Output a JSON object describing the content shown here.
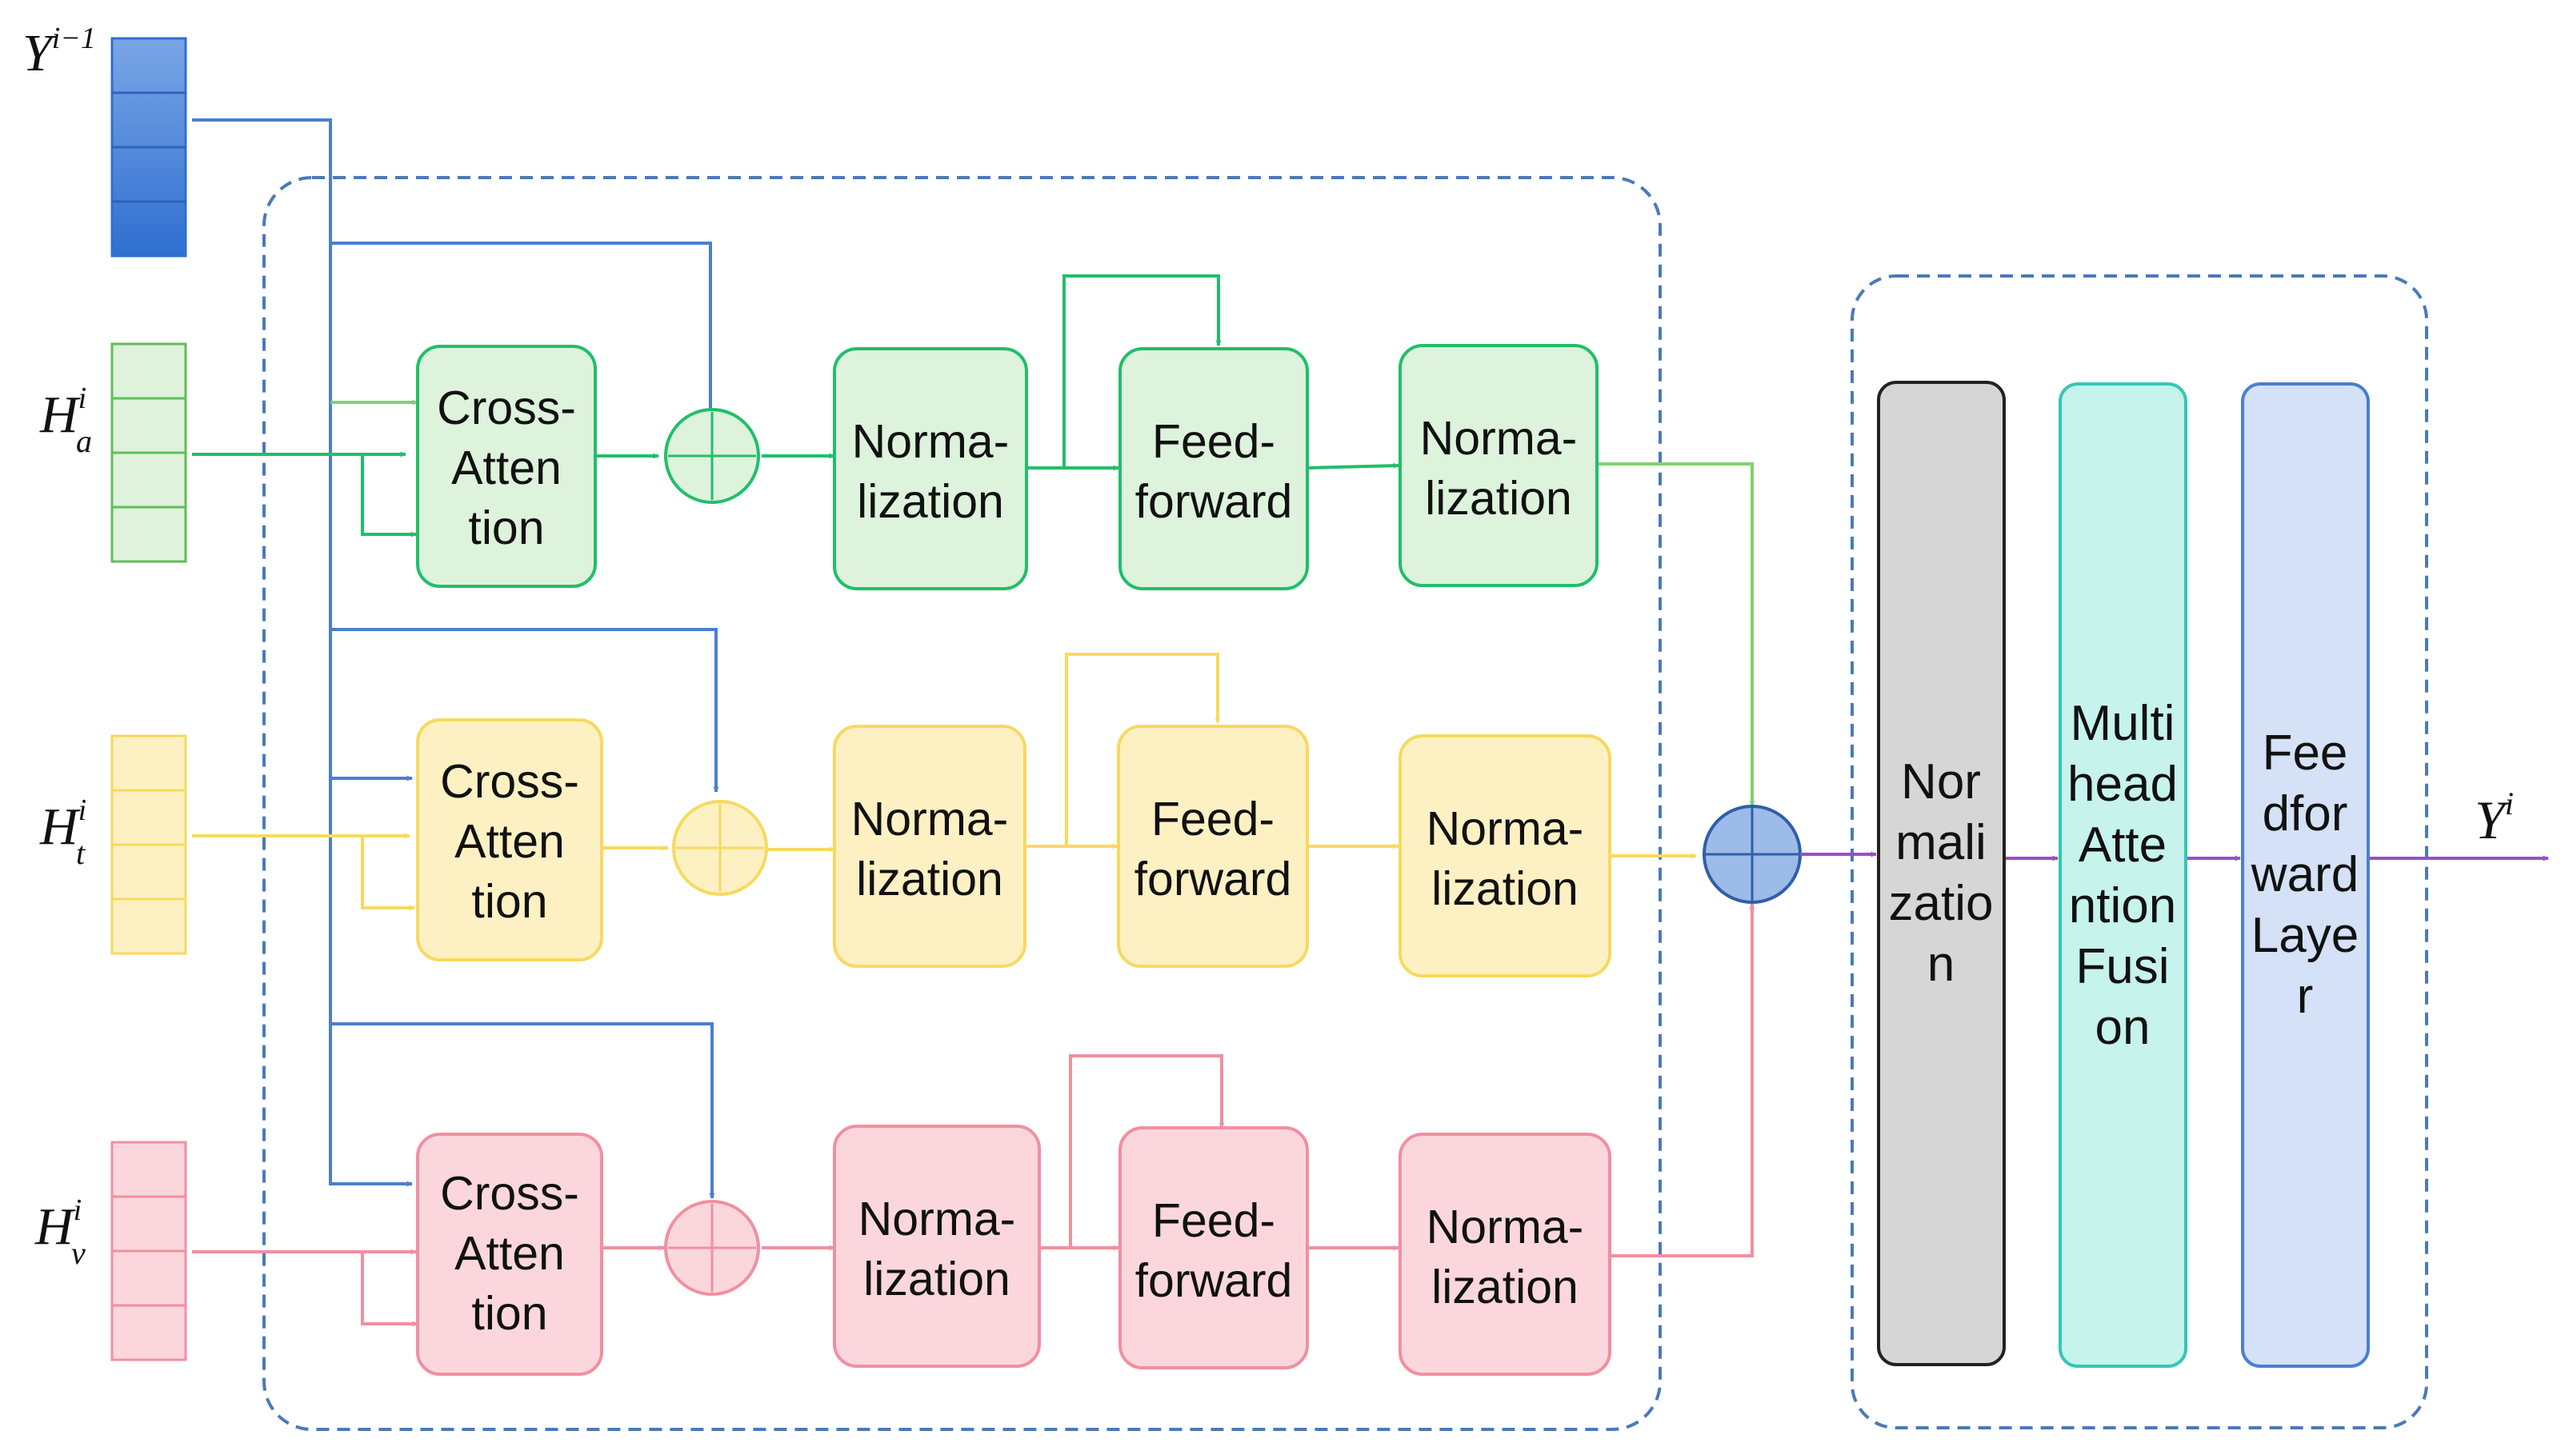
{
  "colors": {
    "blue": "#4a7fcf",
    "green": "#1fbf6a",
    "yellow": "#f8d95e",
    "pink": "#f08fa0",
    "purple": "#9b4fc4"
  },
  "inputs": {
    "y_prev": {
      "base": "Y",
      "sup": "i−1"
    },
    "h_a": {
      "base": "H",
      "sup": "i",
      "sub": "a"
    },
    "h_t": {
      "base": "H",
      "sup": "i",
      "sub": "t"
    },
    "h_v": {
      "base": "H",
      "sup": "i",
      "sub": "v"
    }
  },
  "output": {
    "base": "Y",
    "sup": "i"
  },
  "blocks": {
    "cross_attention": [
      "Cross-",
      "Atten",
      "tion"
    ],
    "normalization": [
      "Norma-",
      "lization"
    ],
    "feedforward": [
      "Feed-",
      "forward"
    ]
  },
  "fusion_stack": {
    "normalization": [
      "Nor",
      "mali",
      "zatio",
      "n"
    ],
    "multihead": [
      "Multi",
      "head",
      "Atte",
      "ntion",
      "Fusi",
      "on"
    ],
    "feedforward": [
      "Fee",
      "dfor",
      "ward",
      "Laye",
      "r"
    ]
  }
}
